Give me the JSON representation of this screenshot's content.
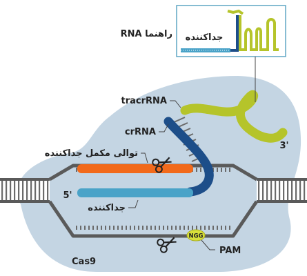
{
  "labels": {
    "guide_rna": "RNA راهنما",
    "spacer_inset": "جداکننده",
    "tracrrna": "tracrRNA",
    "crrna": "crRNA",
    "complementary": "توالی مکمل جداکننده",
    "spacer": "جداکننده",
    "five_prime": "5'",
    "three_prime": "3'",
    "ngg": "NGG",
    "pam": "PAM",
    "cas9": "Cas9"
  },
  "colors": {
    "cas9_body": "#c4d5e3",
    "dna_backbone": "#5a5a5a",
    "crrna": "#1d4e89",
    "tracrrna": "#b5c42a",
    "complementary_strand": "#f26a1b",
    "spacer_strand": "#4aa3c8",
    "pam": "#d8df3a",
    "inset_border": "#5fa6c4"
  },
  "icons": [
    "scissors-icon",
    "scissors-icon"
  ]
}
